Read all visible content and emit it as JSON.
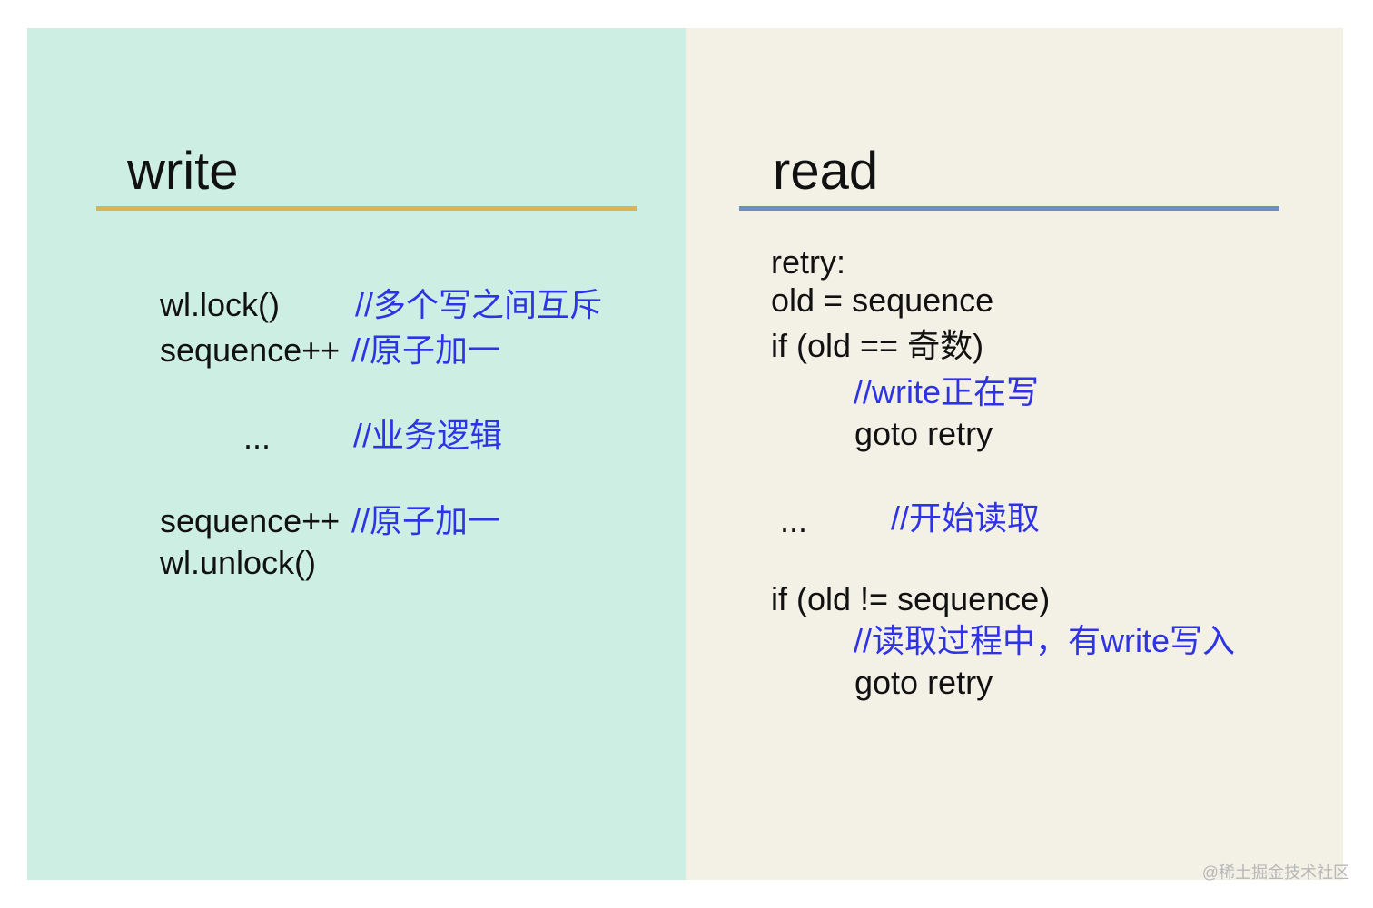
{
  "write": {
    "title": "write",
    "lines": {
      "lock": "wl.lock()",
      "lock_comment": "//多个写之间互斥",
      "seq1": "sequence++",
      "seq1_comment": "//原子加一",
      "ellipsis": "...",
      "ellipsis_comment": "//业务逻辑",
      "seq2": "sequence++",
      "seq2_comment": "//原子加一",
      "unlock": "wl.unlock()"
    }
  },
  "read": {
    "title": "read",
    "lines": {
      "retry_label": "retry:",
      "old_assign": "old = sequence",
      "if_odd": "if (old == 奇数)",
      "writing_comment": "//write正在写",
      "goto1": "goto retry",
      "ellipsis": "...",
      "start_read_comment": "//开始读取",
      "if_changed": "if (old != sequence)",
      "changed_comment": "//读取过程中，有write写入",
      "goto2": "goto retry"
    }
  },
  "watermark": "@稀土掘金技术社区",
  "colors": {
    "write_panel_bg": "#cdeee2",
    "read_panel_bg": "#f3f0e6",
    "write_underline": "#dcb354",
    "read_underline": "#6b8fc2",
    "comment_text": "#2f33e6",
    "code_text": "#111111"
  }
}
